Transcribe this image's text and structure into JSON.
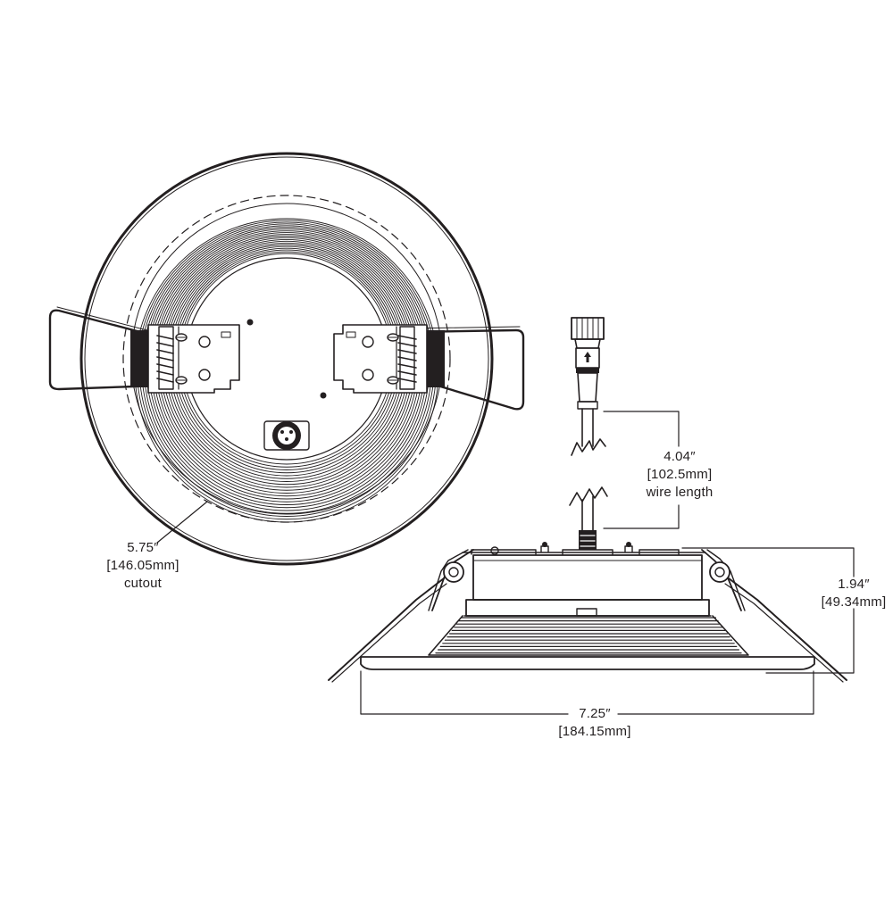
{
  "colors": {
    "ink": "#231f20",
    "background": "#ffffff"
  },
  "dimensions": {
    "cutout": {
      "imperial": "5.75″",
      "metric": "[146.05mm]",
      "caption": "cutout"
    },
    "wire_length": {
      "imperial": "4.04″",
      "metric": "[102.5mm]",
      "caption": "wire length"
    },
    "height": {
      "imperial": "1.94″",
      "metric": "[49.34mm]"
    },
    "width": {
      "imperial": "7.25″",
      "metric": "[184.15mm]"
    }
  }
}
